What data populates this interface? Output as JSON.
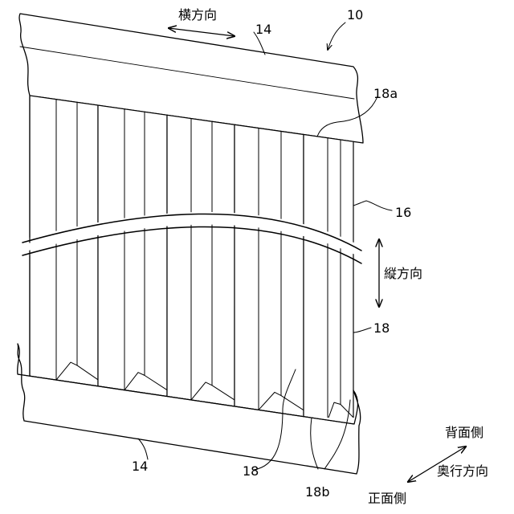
{
  "labels": {
    "fig_ref": "10",
    "header_ref": "14",
    "lower_header_ref": "14",
    "core_ref": "16",
    "tube_upper_end_ref": "18a",
    "tube_ref_right": "18",
    "tube_ref_lower": "18",
    "tube_lower_end_ref": "18b"
  },
  "directions": {
    "lateral": "横方向",
    "longitudinal": "縦方向",
    "depth": "奥行方向",
    "back_side": "背面側",
    "front_side": "正面側"
  }
}
